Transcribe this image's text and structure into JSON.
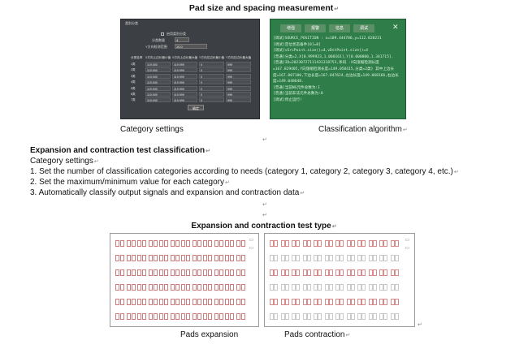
{
  "sections": {
    "pad_size": {
      "title": "Pad size and spacing measurement",
      "caption_left": "Category settings",
      "caption_right": "Classification algorithm"
    },
    "classification": {
      "heading": "Expansion and contraction test classification",
      "subheading": "Category settings",
      "steps": [
        "1. Set the number of classification categories according to needs (category 1, category 2, category 3, category 4, etc.)",
        "2. Set the maximum/minimum value for each category",
        "3. Automatically classify output signals and expansion and contraction data"
      ]
    },
    "test_type": {
      "title": "Expansion and contraction test type",
      "caption_left": "Pads expansion",
      "caption_right": "Pads contraction"
    }
  },
  "category_window": {
    "title": "类别分类",
    "checkbox_label": "启用类别分类",
    "field_count_label": "分类数量",
    "field_count_value": "4",
    "field_range_label": "Y方向检测范围",
    "field_range_value": "10.0",
    "table_headers": [
      "分类名称",
      "X方向上边长最小值",
      "X方向上边长最大值",
      "Y方向左边长最小值",
      "Y方向左边长最大值"
    ],
    "rows": [
      [
        "1类",
        "119.000",
        "119.999",
        "0",
        "999"
      ],
      [
        "2类",
        "119.000",
        "119.999",
        "0",
        "999"
      ],
      [
        "3类",
        "119.000",
        "119.999",
        "0",
        "999"
      ],
      [
        "4类",
        "119.000",
        "119.999",
        "0",
        "999"
      ],
      [
        "5类",
        "119.000",
        "119.999",
        "0",
        "999"
      ],
      [
        "6类",
        "119.000",
        "119.999",
        "0",
        "999"
      ],
      [
        "7类",
        "119.000",
        "119.999",
        "0",
        "999"
      ]
    ],
    "ok_button": "确定"
  },
  "terminal": {
    "buttons": [
      "增强",
      "报警",
      "信息",
      "调试"
    ],
    "close_glyph": "✕",
    "lines": [
      "[调试]SOURCE_POSITION : x=109.444786,y=112.820231",
      "[调试]定位状态备件[0]=0]",
      "[调试]vSrcPoint.size()=4,vDstPoint.size()=4",
      "[普通]分类=2,X[0.999923,1.000161],Y[0.000000,1.341715].",
      "[普通]ID=20230727111431318753,条码 -X向涨缩检测长度",
      "=167.829405,Y向涨缩检测长度=149.058415,分类=2类} 其中上边长",
      "度=167.807180,下边长度=167.847624,左边长度=149.068166,右边长",
      "度=149.048648.",
      "[普通]当前NG元件总数为:1",
      "[普通]当前非法元件总数为:0",
      "[调试]停止运行!"
    ]
  },
  "pad_panels": {
    "legend_glyph": "▭"
  }
}
